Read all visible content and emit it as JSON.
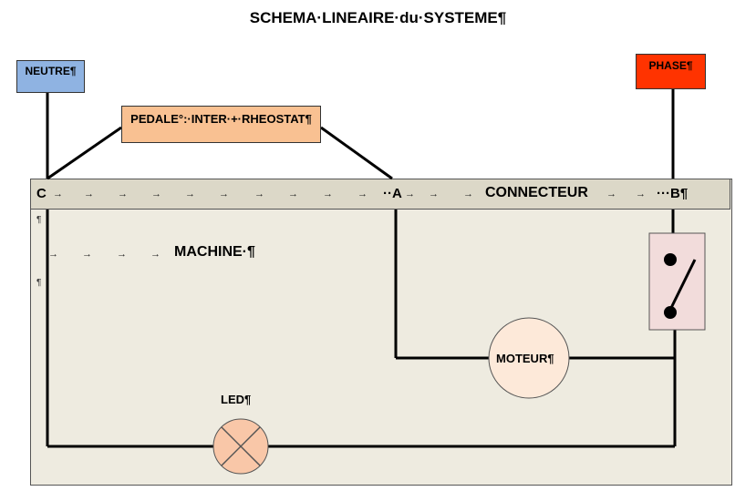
{
  "title": "SCHEMA·LINEAIRE·du·SYSTEME¶",
  "components": {
    "neutre": "NEUTRE¶",
    "phase": "PHASE¶",
    "pedale": "PEDALE°:·INTER·+·RHEOSTAT¶",
    "connecteur": "CONNECTEUR",
    "machine": "MACHINE·¶",
    "moteur": "MOTEUR¶",
    "led": "LED¶"
  },
  "terminals": {
    "c": "C",
    "a": "··A",
    "b": "···B¶"
  },
  "marks": {
    "pilcrow": "¶",
    "arrow": "→"
  },
  "colors": {
    "neutre": "#8fb3e2",
    "phase": "#ff3300",
    "pedale": "#f9c192",
    "machine_bg": "#eeebe0",
    "connector_bg": "#dcd8c8",
    "switch_bg": "#f2dcdb",
    "component_bg": "#fde9d9"
  }
}
